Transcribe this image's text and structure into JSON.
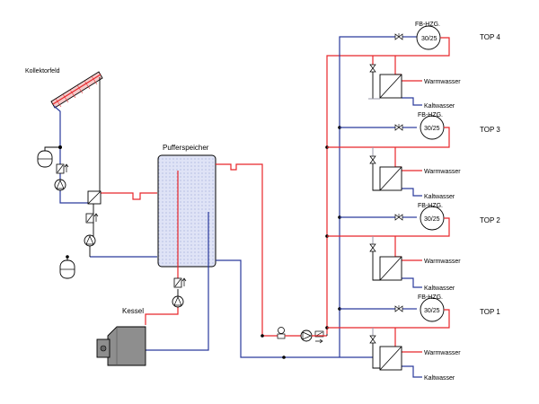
{
  "labels": {
    "kollektorfeld": "Kollektorfeld",
    "pufferspeicher": "Pufferspeicher",
    "kessel": "Kessel"
  },
  "tops": [
    {
      "top_label": "TOP 4",
      "fb_label": "FB-HZG.",
      "fb_value": "30/25",
      "warm": "Warmwasser",
      "kalt": "Kaltwasser"
    },
    {
      "top_label": "TOP 3",
      "fb_label": "FB-HZG.",
      "fb_value": "30/25",
      "warm": "Warmwasser",
      "kalt": "Kaltwasser"
    },
    {
      "top_label": "TOP 2",
      "fb_label": "FB-HZG.",
      "fb_value": "30/25",
      "warm": "Warmwasser",
      "kalt": "Kaltwasser"
    },
    {
      "top_label": "TOP 1",
      "fb_label": "FB-HZG.",
      "fb_value": "30/25",
      "warm": "Warmwasser",
      "kalt": "Kaltwasser"
    }
  ],
  "colors": {
    "supply": "#e8262a",
    "return": "#2a3a9c",
    "buffer_fill": "#dfe3f6",
    "kessel": "#8e8e8e"
  }
}
